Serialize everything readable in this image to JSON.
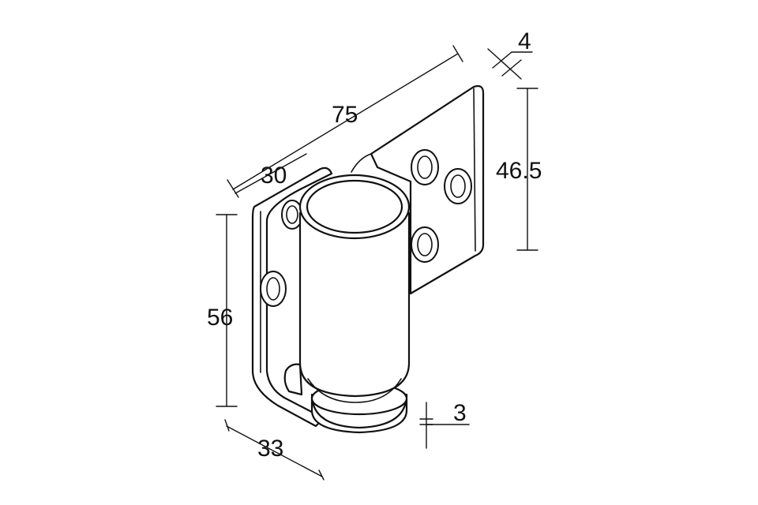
{
  "figure": {
    "subject": "glass door pivot hinge with cylindrical barrel and mounting plates",
    "dimensions": {
      "plate_length": "75",
      "barrel_offset": "30",
      "plate_thickness": "4",
      "plate_height": "46.5",
      "bracket_height": "56",
      "base_width": "33",
      "base_gap": "3"
    }
  }
}
